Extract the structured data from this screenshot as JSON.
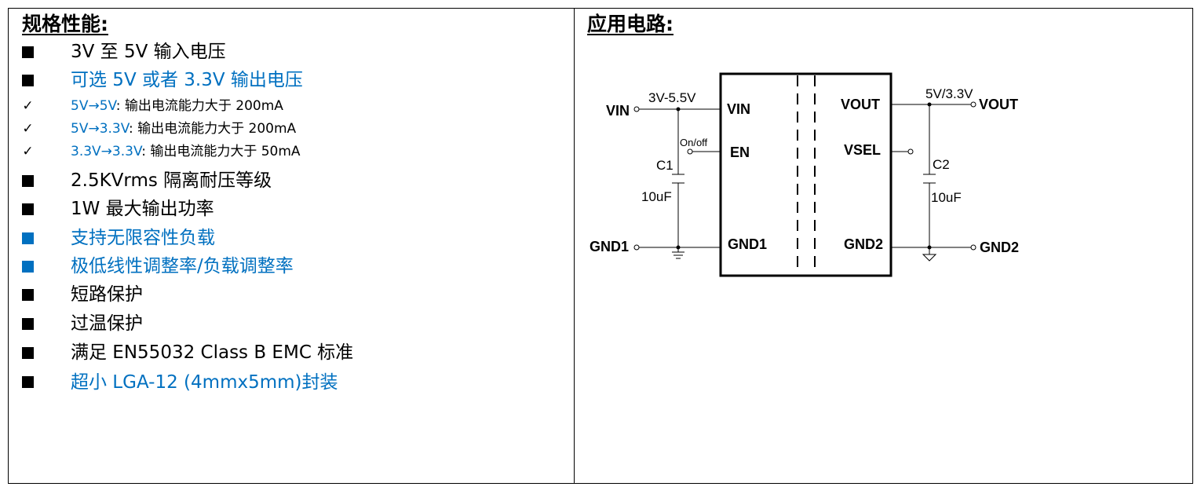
{
  "colors": {
    "accent": "#0070c0",
    "text": "#000000",
    "border": "#000000"
  },
  "spec": {
    "heading": "规格性能:",
    "items": [
      {
        "bullet": "square",
        "color": "black",
        "text": "3V 至 5V 输入电压"
      },
      {
        "bullet": "square",
        "color": "black",
        "text": "可选 5V 或者 3.3V 输出电压",
        "text_color": "blue"
      },
      {
        "bullet": "check",
        "prefix": "5V→5V",
        "suffix": ": 输出电流能力大于 200mA"
      },
      {
        "bullet": "check",
        "prefix": "5V→3.3V",
        "suffix": ": 输出电流能力大于 200mA"
      },
      {
        "bullet": "check",
        "prefix": "3.3V→3.3V",
        "suffix": ": 输出电流能力大于 50mA"
      },
      {
        "bullet": "square",
        "color": "black",
        "text": "2.5KVrms 隔离耐压等级"
      },
      {
        "bullet": "square",
        "color": "black",
        "text": "1W 最大输出功率"
      },
      {
        "bullet": "square",
        "color": "blue",
        "text": "支持无限容性负载",
        "text_color": "blue"
      },
      {
        "bullet": "square",
        "color": "blue",
        "text": "极低线性调整率/负载调整率",
        "text_color": "blue"
      },
      {
        "bullet": "square",
        "color": "black",
        "text": "短路保护"
      },
      {
        "bullet": "square",
        "color": "black",
        "text": "过温保护"
      },
      {
        "bullet": "square",
        "color": "black",
        "text": "满足 EN55032 Class B EMC 标准"
      },
      {
        "bullet": "square",
        "color": "black",
        "text": "超小 LGA-12 (4mmx5mm)封装",
        "text_color": "blue"
      }
    ]
  },
  "app": {
    "heading": "应用电路:",
    "circuit": {
      "vin_ext": "VIN",
      "vin_range": "3V-5.5V",
      "vin_pin": "VIN",
      "onoff": "On/off",
      "en_pin": "EN",
      "c1_name": "C1",
      "c1_value": "10uF",
      "gnd1_ext": "GND1",
      "gnd1_pin": "GND1",
      "vout_pin": "VOUT",
      "vout_range": "5V/3.3V",
      "vout_ext": "VOUT",
      "vsel_pin": "VSEL",
      "c2_name": "C2",
      "c2_value": "10uF",
      "gnd2_pin": "GND2",
      "gnd2_ext": "GND2"
    }
  }
}
